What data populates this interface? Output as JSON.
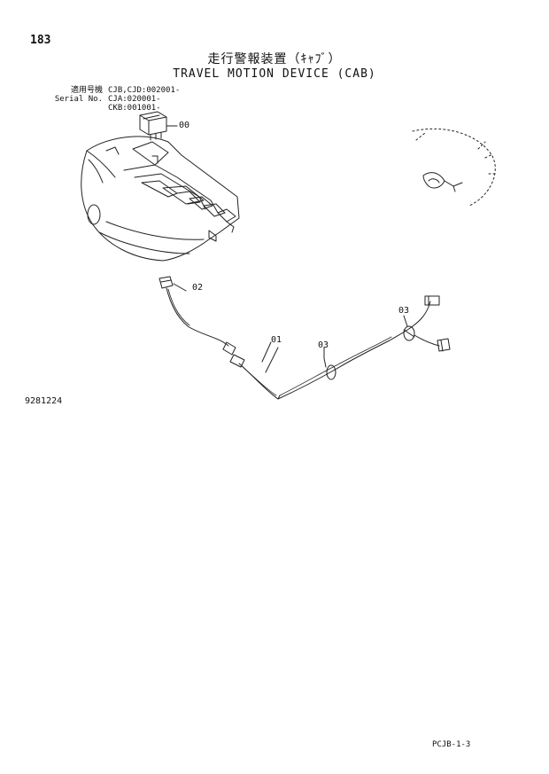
{
  "header": {
    "page_number": "183",
    "title_jp": "走行警報装置（ｷｬﾌﾞ）",
    "title_en": "TRAVEL MOTION DEVICE (CAB)"
  },
  "serial": {
    "jp_label": "適用号機",
    "en_label": "Serial No.",
    "lines": [
      "CJB,CJD:002001-",
      "CJA:020001-",
      "CKB:001001-"
    ]
  },
  "parts": {
    "p00": "00",
    "p01": "01",
    "p02": "02",
    "p03a": "03",
    "p03b": "03"
  },
  "footer": {
    "drawing_id": "9281224",
    "page_code": "PCJB-1-3"
  }
}
